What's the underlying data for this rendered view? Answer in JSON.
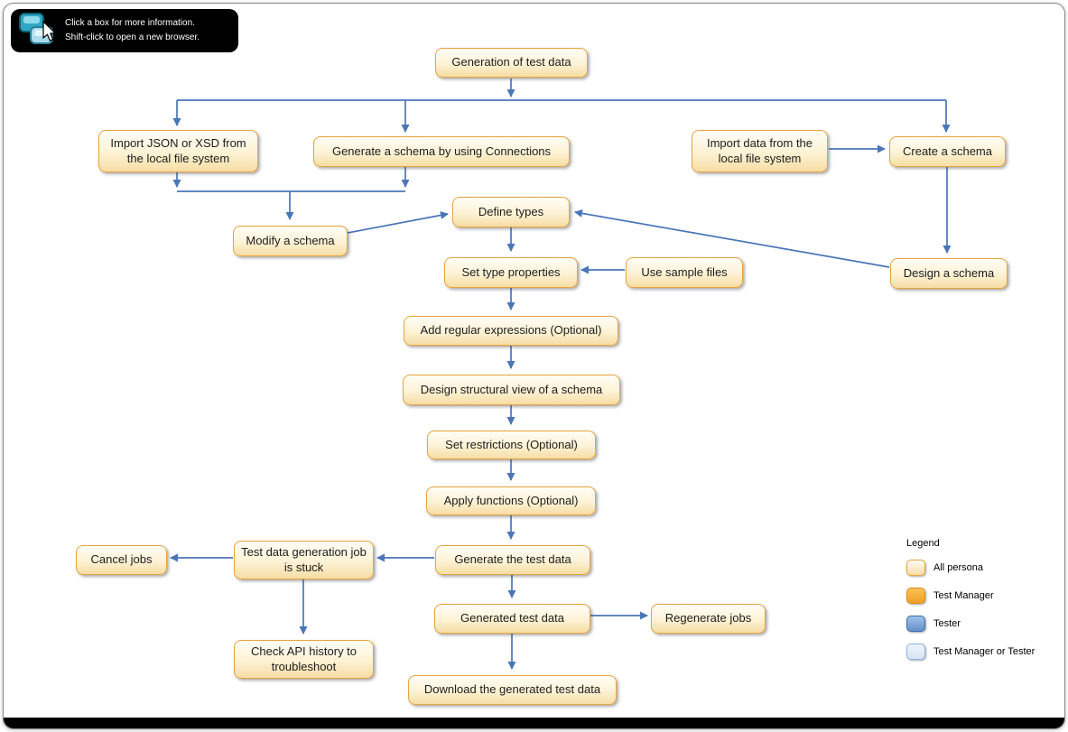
{
  "banner": {
    "line1": "Click a box for more information.",
    "line2": "Shift-click to open a new browser.",
    "icon": "boxes-with-cursor-icon"
  },
  "nodes": {
    "generation_of_test_data": "Generation of test data",
    "import_json_or_xsd": "Import JSON or XSD from the local file system",
    "generate_schema_connections": "Generate a schema by using Connections",
    "import_data_local": "Import data from the local file system",
    "create_a_schema": "Create a schema",
    "define_types": "Define types",
    "modify_a_schema": "Modify a schema",
    "set_type_properties": "Set type properties",
    "use_sample_files": "Use sample files",
    "design_a_schema": "Design a schema",
    "add_regular_expressions": "Add regular expressions (Optional)",
    "design_structural_view": "Design structural view of a schema",
    "set_restrictions": "Set restrictions (Optional)",
    "apply_functions": "Apply functions (Optional)",
    "generate_the_test_data": "Generate the test data",
    "job_is_stuck": "Test data generation job is stuck",
    "cancel_jobs": "Cancel jobs",
    "check_api_history": "Check API history to troubleshoot",
    "generated_test_data": "Generated test data",
    "regenerate_jobs": "Regenerate jobs",
    "download_generated": "Download the generated test data"
  },
  "legend": {
    "title": "Legend",
    "items": [
      {
        "label": "All persona",
        "color": "#f6dda4",
        "border": "#e8a33d"
      },
      {
        "label": "Test Manager",
        "color": "#f5a733",
        "border": "#d98f1f"
      },
      {
        "label": "Tester",
        "color": "#7aa7d9",
        "border": "#3f6ca8"
      },
      {
        "label": "Test Manager or Tester",
        "color": "#dce9f7",
        "border": "#8fb4e0"
      }
    ]
  },
  "colors": {
    "arrow": "#4a76b8",
    "node_border": "#e8a33d",
    "node_fill_top": "#fffdf6",
    "node_fill_bottom": "#f6dda4"
  }
}
